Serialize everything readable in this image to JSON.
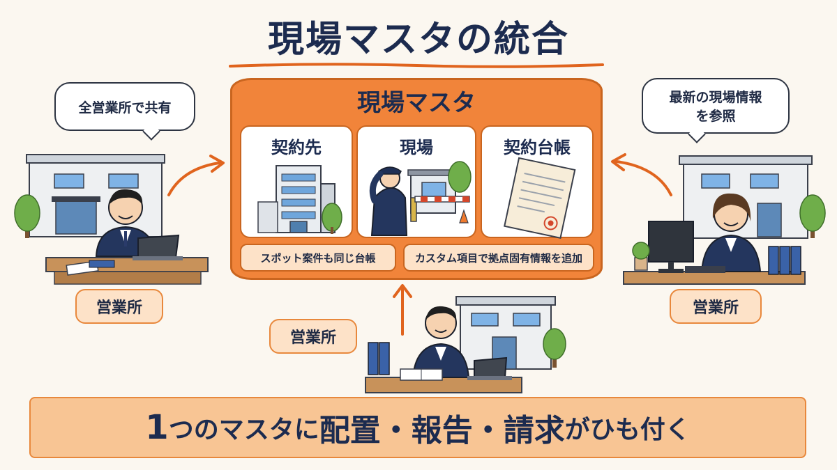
{
  "title": "現場マスタの統合",
  "master": {
    "title": "現場マスタ",
    "cards": [
      {
        "label": "契約先",
        "icon": "office-building-icon"
      },
      {
        "label": "現場",
        "icon": "security-guard-gate-icon"
      },
      {
        "label": "契約台帳",
        "icon": "contract-document-icon"
      }
    ],
    "features": [
      "スポット案件も同じ台帳",
      "カスタム項目で拠点固有情報を追加"
    ]
  },
  "offices": {
    "left": {
      "label": "営業所",
      "bubble": "全営業所で共有"
    },
    "right": {
      "label": "営業所",
      "bubble_line1": "最新の現場情報",
      "bubble_line2": "を参照"
    },
    "bottom": {
      "label": "営業所"
    }
  },
  "banner": {
    "part1": "1",
    "part2": "つのマスタに",
    "part3": "配置",
    "sep1": "・",
    "part4": "報告",
    "sep2": "・",
    "part5": "請求",
    "part6": "がひも付く"
  },
  "colors": {
    "accent_orange": "#f1843a",
    "navy": "#1c2b4f",
    "label_fill": "#fde2c8",
    "banner_fill": "#f8c594"
  }
}
